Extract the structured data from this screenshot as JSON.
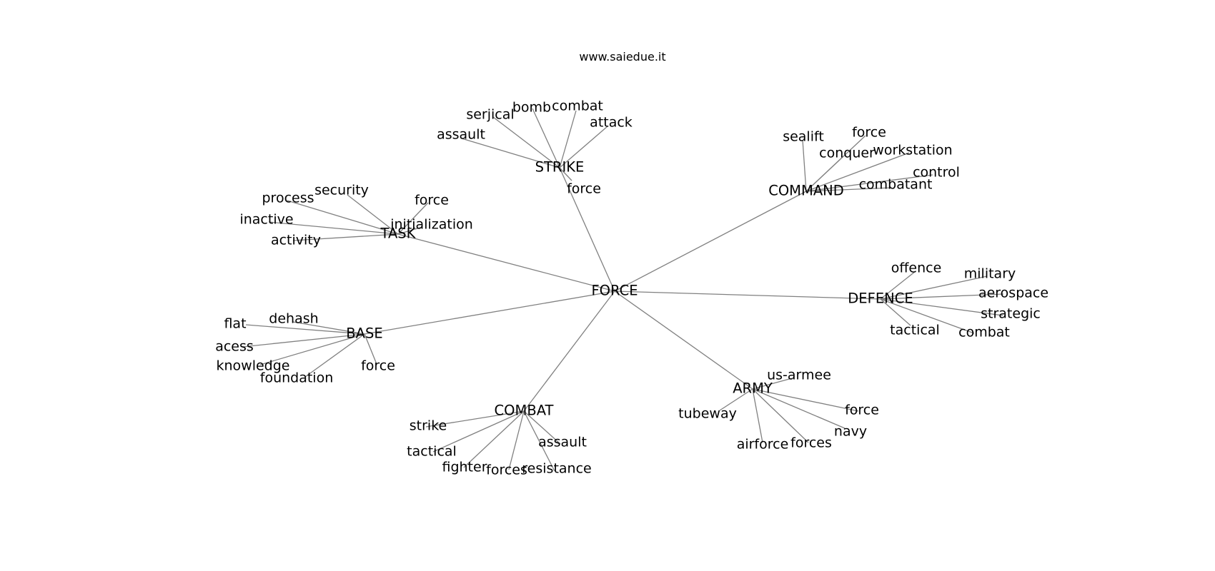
{
  "site": {
    "title": "www.saiedue.it"
  },
  "graph": {
    "root": "FORCE",
    "clusters": [
      {
        "id": "strike",
        "label": "STRIKE",
        "children": [
          "assault",
          "serjical",
          "bomb",
          "combat",
          "attack",
          "force"
        ]
      },
      {
        "id": "command",
        "label": "COMMAND",
        "children": [
          "sealift",
          "force",
          "conquer",
          "workstation",
          "control",
          "combatant"
        ]
      },
      {
        "id": "task",
        "label": "TASK",
        "children": [
          "process",
          "security",
          "force",
          "inactive",
          "initialization",
          "activity"
        ]
      },
      {
        "id": "defence",
        "label": "DEFENCE",
        "children": [
          "offence",
          "military",
          "aerospace",
          "strategic",
          "combat",
          "tactical"
        ]
      },
      {
        "id": "base",
        "label": "BASE",
        "children": [
          "dehash",
          "flat",
          "acess",
          "knowledge",
          "foundation",
          "force"
        ]
      },
      {
        "id": "army",
        "label": "ARMY",
        "children": [
          "us-armee",
          "tubeway",
          "force",
          "navy",
          "forces",
          "airforce"
        ]
      },
      {
        "id": "combat",
        "label": "COMBAT",
        "children": [
          "strike",
          "tactical",
          "fighter",
          "forces",
          "resistance",
          "assault"
        ]
      }
    ]
  }
}
